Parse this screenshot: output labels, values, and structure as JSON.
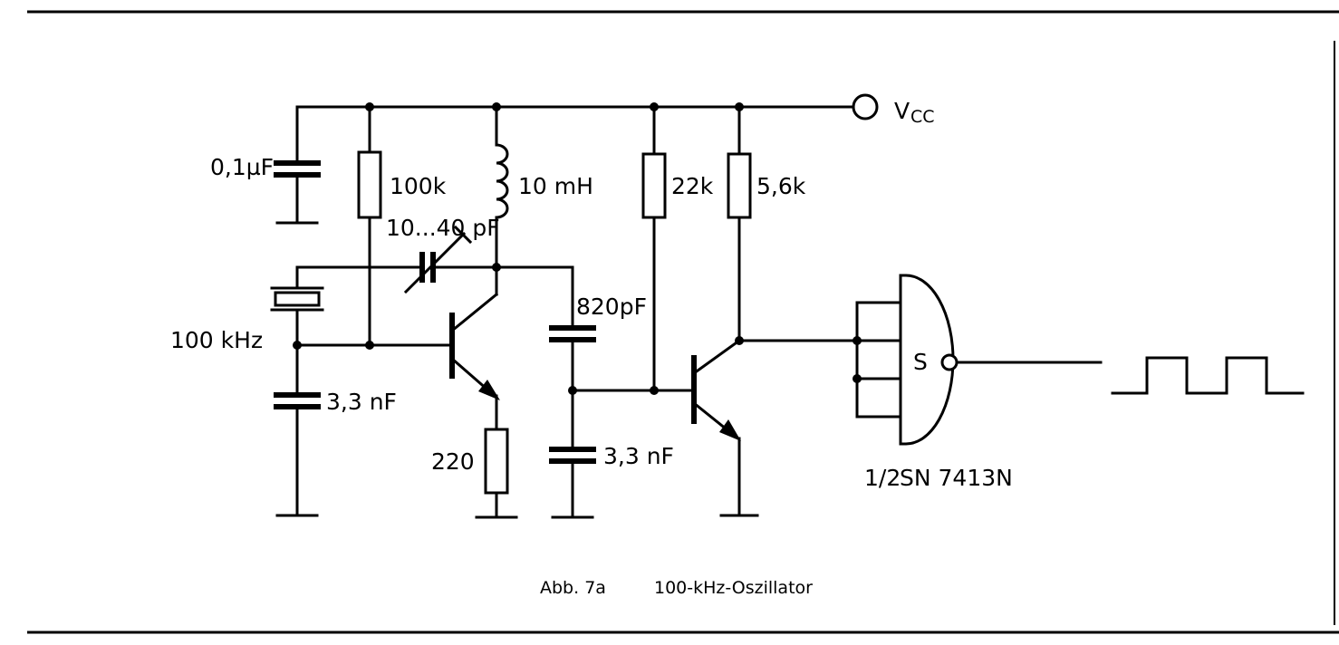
{
  "labels": {
    "vcc_main": "V",
    "vcc_sub": "CC",
    "c_bypass": "0,1µF",
    "r_bias": "100k",
    "inductor": "10 mH",
    "trimmer": "10...40 pF",
    "crystal": "100 kHz",
    "c_base": "3,3 nF",
    "r_emitter": "220",
    "c_coupling": "820pF",
    "c_base2": "3,3 nF",
    "r_22k": "22k",
    "r_56k": "5,6k",
    "gate_symbol": "S",
    "gate_part_frac": "1/2",
    "gate_part_name": "SN 7413N"
  },
  "caption": {
    "figure": "Abb. 7a",
    "title": "100-kHz-Oszillator"
  }
}
